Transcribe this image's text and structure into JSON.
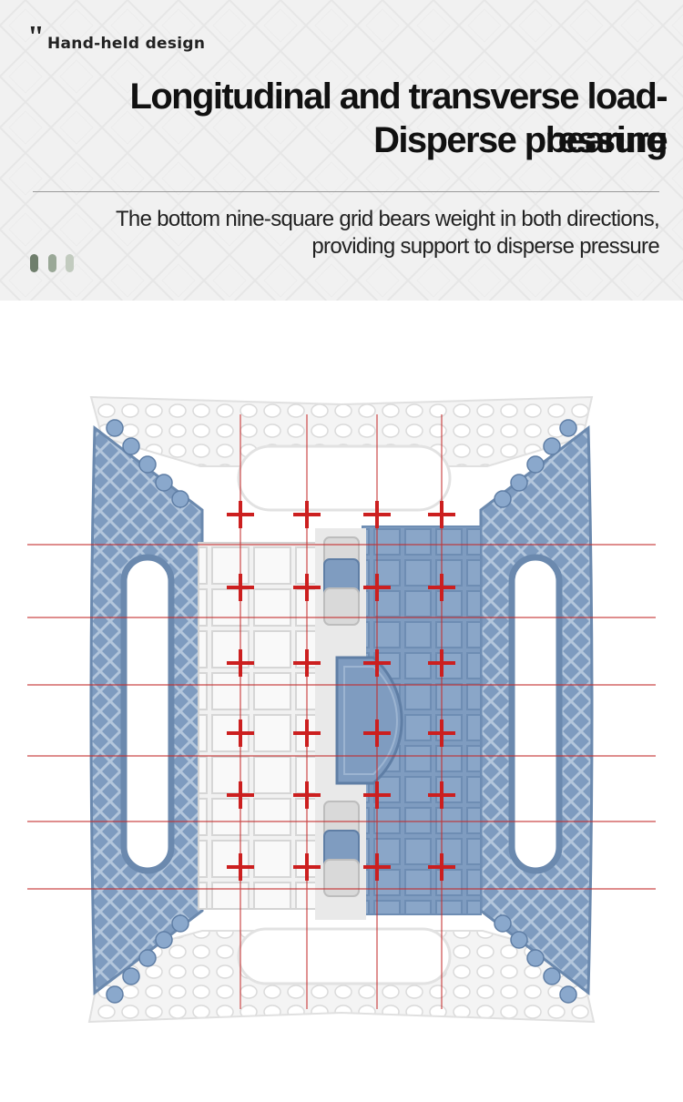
{
  "header": {
    "quote_mark": "\"",
    "tagline": "Hand-held design",
    "title_line1": "Longitudinal and transverse load-bearing",
    "title_line2": "Disperse pressure",
    "description_line1": "The bottom nine-square grid bears weight in both directions,",
    "description_line2": "providing support to disperse pressure"
  },
  "colors": {
    "header_bg": "#f1f1f1",
    "accent_dots": [
      "#6f7e6c",
      "#9aa897",
      "#c2cbbf"
    ],
    "stool_blue": "#7e9bbf",
    "stool_white": "#f7f7f7",
    "marker_red": "#cc1f1f"
  },
  "image": {
    "subject": "folding step stool viewed from below",
    "icons": [
      "plus-marker-icon",
      "quote-icon"
    ]
  }
}
